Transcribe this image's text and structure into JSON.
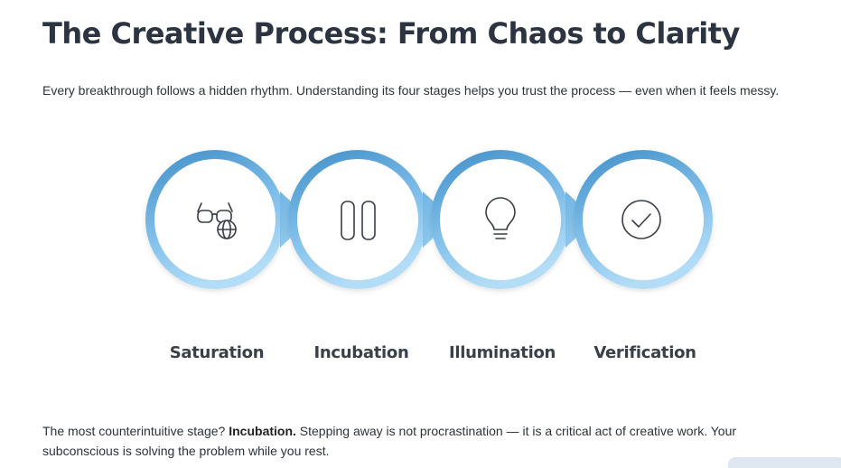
{
  "page": {
    "title": "The Creative Process: From Chaos to Clarity",
    "intro": "Every breakthrough follows a hidden rhythm. Understanding its four stages helps you trust the process — even when it feels messy."
  },
  "stages": [
    {
      "label": "Saturation",
      "icon": "glasses-globe-icon"
    },
    {
      "label": "Incubation",
      "icon": "pause-icon"
    },
    {
      "label": "Illumination",
      "icon": "lightbulb-icon"
    },
    {
      "label": "Verification",
      "icon": "check-circle-icon"
    }
  ],
  "colors": {
    "ring_light": "#a8d8f5",
    "ring_dark": "#3f8ec8",
    "text": "#2b3440"
  },
  "outro": {
    "lead": "The most counterintuitive stage?",
    "highlight": "Incubation.",
    "rest": "Stepping away is not procrastination — it is a critical act of creative work. Your subconscious is solving the problem while you rest."
  }
}
